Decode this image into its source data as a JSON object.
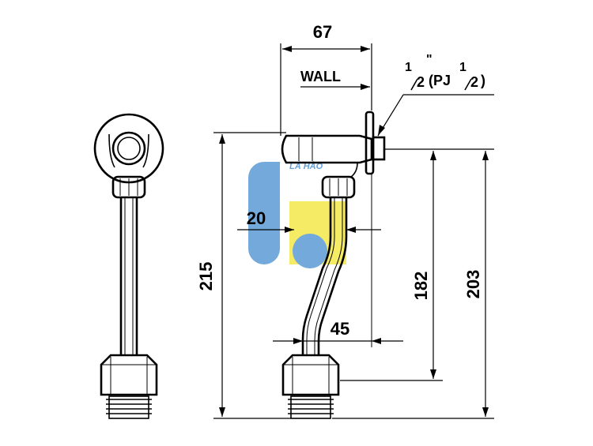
{
  "dimensions": {
    "top_width": "67",
    "wall_label": "WALL",
    "thread_spec": {
      "part1_num": "1",
      "part1_den": "2",
      "part1_suffix": "\"",
      "middle": "(PJ",
      "part2_num": "1",
      "part2_den": "2",
      "part2_suffix": ")"
    },
    "pipe_gap": "20",
    "offset": "45",
    "total_height": "215",
    "inner_height": "182",
    "outer_height": "203"
  },
  "watermark": {
    "text": "LÁ HÀO",
    "colors": {
      "blue": "#5b9bd5",
      "yellow": "#f5e84a",
      "text_blue": "#4a90d9"
    }
  }
}
